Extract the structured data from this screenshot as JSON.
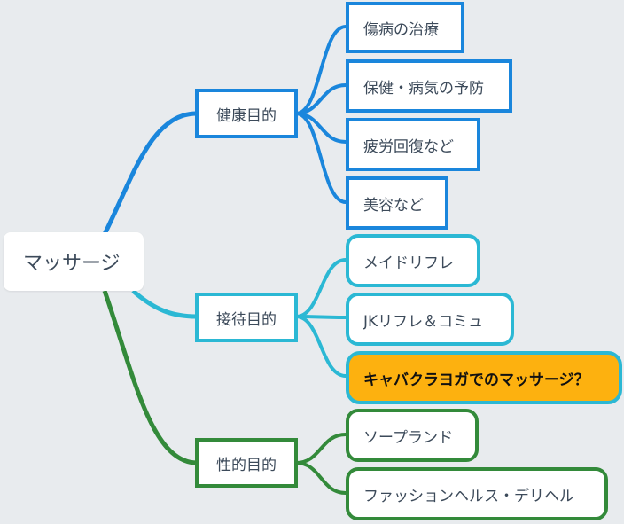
{
  "root": {
    "label": "マッサージ"
  },
  "branches": [
    {
      "label": "健康目的",
      "color": "#1a86dc",
      "children": [
        "傷病の治療",
        "保健・病気の予防",
        "疲労回復など",
        "美容など"
      ]
    },
    {
      "label": "接待目的",
      "color": "#2bb8d4",
      "children": [
        "メイドリフレ",
        "JKリフレ＆コミュ",
        "キャバクラヨガでのマッサージ？"
      ]
    },
    {
      "label": "性的目的",
      "color": "#338a3a",
      "children": [
        "ソープランド",
        "ファッションヘルス・デリヘル"
      ]
    }
  ],
  "highlight_color": "#fdb10f"
}
